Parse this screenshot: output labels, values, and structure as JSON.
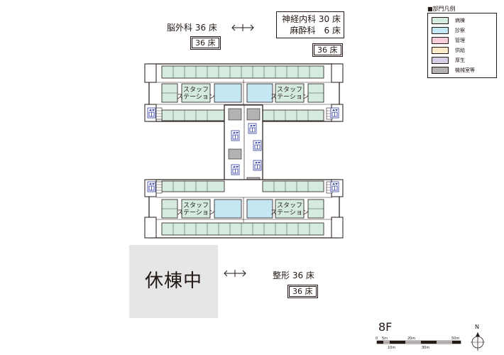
{
  "depts": {
    "top_left_label": "脳外科 36 床",
    "top_left_beds": "36 床",
    "top_right_line1": "神経内科 30 床",
    "top_right_line2": "麻酔科　6 床",
    "top_right_beds": "36 床",
    "bottom_label": "整形 36 床",
    "bottom_beds": "36 床"
  },
  "stations": {
    "top_left": [
      "スタッフ",
      "ステーション"
    ],
    "top_right": [
      "スタッフ",
      "ステーション"
    ],
    "bottom_left": [
      "スタッフ",
      "ステーション"
    ],
    "bottom_right": [
      "スタッフ",
      "ステーション"
    ]
  },
  "closed_ward": "休棟中",
  "legend": {
    "title": "■部門凡例",
    "items": [
      {
        "label": "病棟",
        "color": "#d6ebe0"
      },
      {
        "label": "診察",
        "color": "#c5e7f3"
      },
      {
        "label": "管理",
        "color": "#f6cdd8"
      },
      {
        "label": "供給",
        "color": "#fdebc9"
      },
      {
        "label": "厚生",
        "color": "#d6d0e8"
      },
      {
        "label": "機械室等",
        "color": "#b3b3b3"
      }
    ]
  },
  "floor": "8F",
  "scale": {
    "upper_ticks": [
      "0",
      "5m",
      "20m",
      "50m"
    ],
    "lower_ticks": [
      "10m",
      "30m"
    ]
  },
  "north": "N",
  "colors": {
    "ward": "#d6ebe0",
    "exam": "#c5e7f3",
    "machine": "#b3b3b3",
    "line": "#231815",
    "closed": "#e6e6e6",
    "elevator": "#2f3e9e"
  }
}
